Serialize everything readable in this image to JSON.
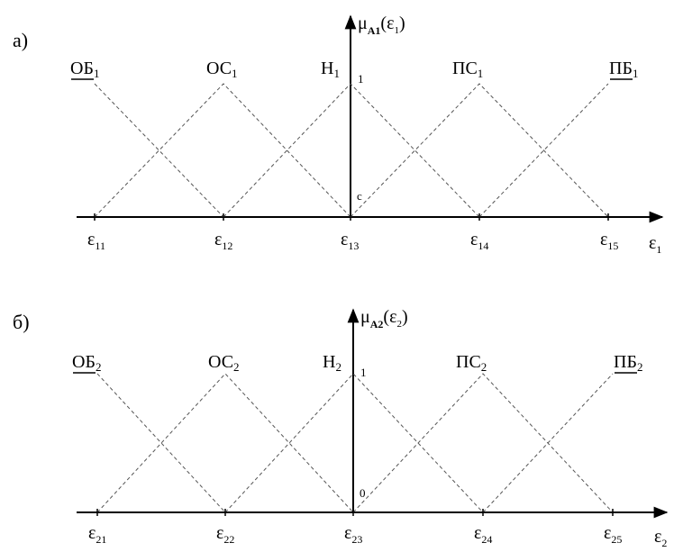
{
  "panels": [
    {
      "id": "a",
      "letter": "а)",
      "y_axis": {
        "name": "μ",
        "sub": "A1",
        "arg": "ε",
        "arg_sub": "1"
      },
      "x_axis": {
        "name": "ε",
        "sub": "1"
      },
      "tick_one": "1",
      "origin_label": "c",
      "ticks": [
        {
          "name": "ε",
          "sub": "11"
        },
        {
          "name": "ε",
          "sub": "12"
        },
        {
          "name": "ε",
          "sub": "13"
        },
        {
          "name": "ε",
          "sub": "14"
        },
        {
          "name": "ε",
          "sub": "15"
        }
      ],
      "sets": [
        {
          "name": "ОБ",
          "sub": "1"
        },
        {
          "name": "ОС",
          "sub": "1"
        },
        {
          "name": "Н",
          "sub": "1"
        },
        {
          "name": "ПС",
          "sub": "1"
        },
        {
          "name": "ПБ",
          "sub": "1"
        }
      ]
    },
    {
      "id": "b",
      "letter": "б)",
      "y_axis": {
        "name": "μ",
        "sub": "A2",
        "arg": "ε",
        "arg_sub": "2"
      },
      "x_axis": {
        "name": "ε",
        "sub": "2"
      },
      "tick_one": "1",
      "origin_label": "0",
      "ticks": [
        {
          "name": "ε",
          "sub": "21"
        },
        {
          "name": "ε",
          "sub": "22"
        },
        {
          "name": "ε",
          "sub": "23"
        },
        {
          "name": "ε",
          "sub": "24"
        },
        {
          "name": "ε",
          "sub": "25"
        }
      ],
      "sets": [
        {
          "name": "ОБ",
          "sub": "2"
        },
        {
          "name": "ОС",
          "sub": "2"
        },
        {
          "name": "Н",
          "sub": "2"
        },
        {
          "name": "ПС",
          "sub": "2"
        },
        {
          "name": "ПБ",
          "sub": "2"
        }
      ]
    }
  ]
}
